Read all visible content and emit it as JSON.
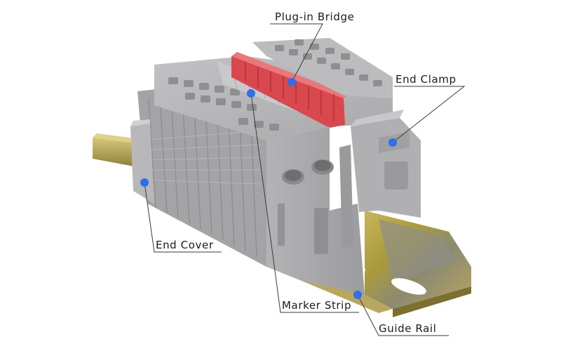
{
  "diagram": {
    "accent_color": "#2f6fe8",
    "callouts": {
      "plug_in_bridge": "Plug-in Bridge",
      "end_clamp": "End Clamp",
      "end_cover": "End Cover",
      "marker_strip": "Marker Strip",
      "guide_rail": "Guide Rail"
    }
  }
}
